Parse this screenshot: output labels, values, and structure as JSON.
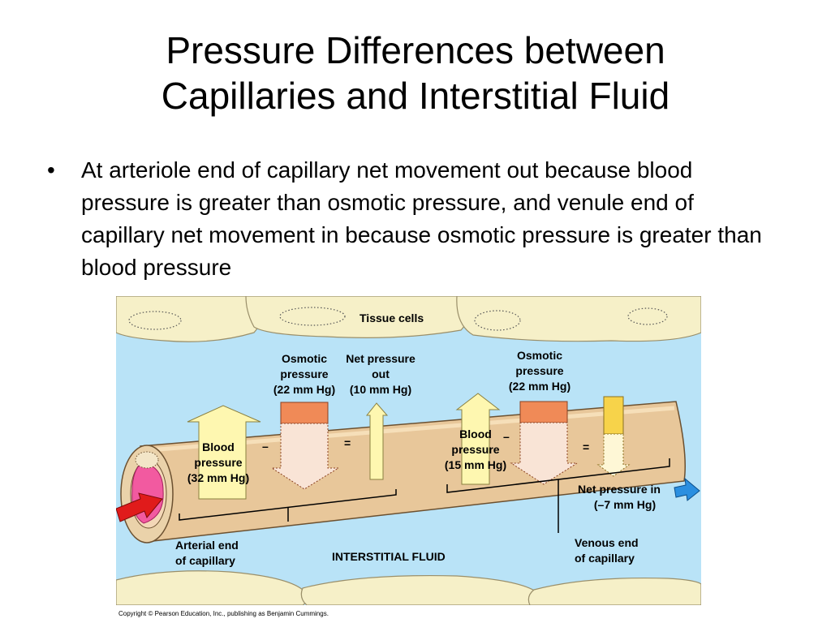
{
  "slide": {
    "title_line1": "Pressure Differences between",
    "title_line2": "Capillaries and Interstitial Fluid",
    "bullet_symbol": "•",
    "bullets": [
      "At arteriole end of capillary net movement out because blood pressure is greater than osmotic pressure, and venule end of capillary net movement in because osmotic pressure is greater than blood pressure"
    ]
  },
  "figure": {
    "tissue_cells": "Tissue cells",
    "osmotic_left": [
      "Osmotic",
      "pressure",
      "(22 mm Hg)"
    ],
    "net_out": [
      "Net pressure",
      "out",
      "(10 mm Hg)"
    ],
    "osmotic_right": [
      "Osmotic",
      "pressure",
      "(22 mm Hg)"
    ],
    "blood_left": [
      "Blood",
      "pressure",
      "(32 mm Hg)"
    ],
    "blood_right": [
      "Blood",
      "pressure",
      "(15 mm Hg)"
    ],
    "net_in": [
      "Net pressure in",
      "(–7 mm Hg)"
    ],
    "arterial_end": [
      "Arterial end",
      "of capillary"
    ],
    "venous_end": [
      "Venous end",
      "of capillary"
    ],
    "interstitial": "INTERSTITIAL FLUID",
    "minus": "–",
    "equals": "=",
    "colors": {
      "background": "#b9e3f7",
      "tissue_cell": "#f6f0c8",
      "capillary": "#e8c79a",
      "blood_arrow": "#fef7b0",
      "osmotic_box": "#f08a57",
      "net_in_bar": "#f7d34a",
      "red_arrow": "#e01b1b",
      "blue_arrow": "#2b8fe0"
    },
    "copyright": "Copyright © Pearson Education, Inc., publishing as Benjamin Cummings."
  }
}
